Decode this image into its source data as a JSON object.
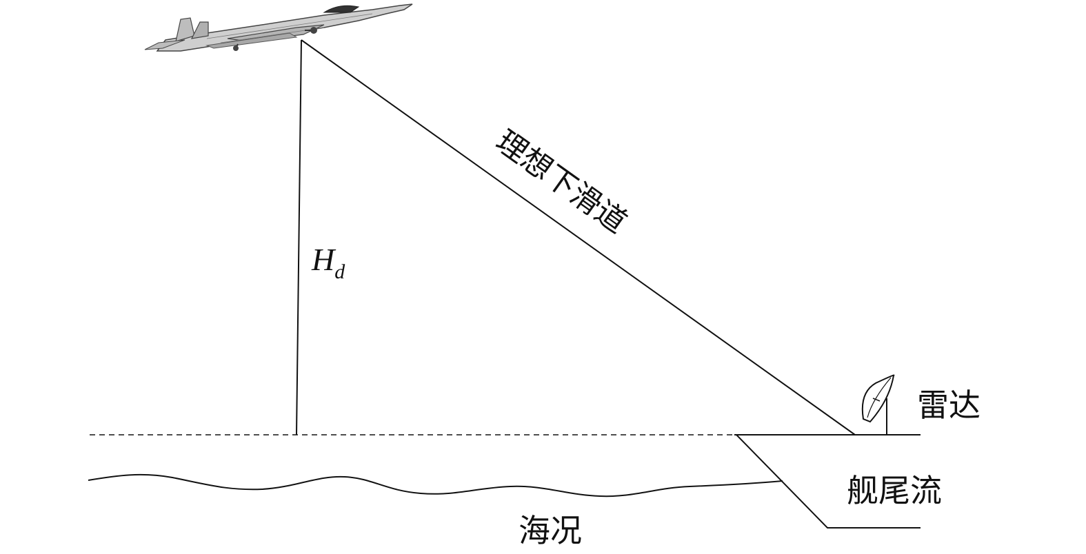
{
  "labels": {
    "glide_path": "理想下滑道",
    "height_symbol": "H",
    "height_subscript": "d",
    "radar": "雷达",
    "wake": "舰尾流",
    "sea_state": "海况"
  },
  "icons": {
    "aircraft": "fighter-jet-icon",
    "radar": "radar-dish-icon"
  },
  "colors": {
    "line": "#111111",
    "background": "#ffffff",
    "aircraft_body": "#c9c9c9",
    "aircraft_dark": "#555555"
  }
}
